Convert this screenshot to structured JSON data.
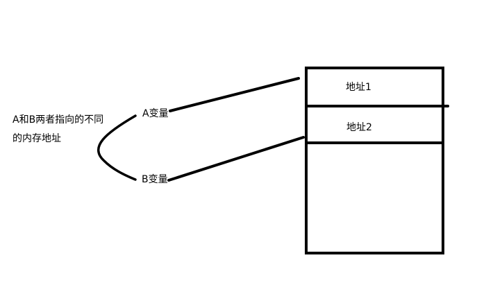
{
  "annotation": {
    "line1": "A和B两者指向的不同",
    "line2": "的内存地址"
  },
  "variables": {
    "a": "A变量",
    "b": "B变量"
  },
  "memory": {
    "cells": [
      "地址1",
      "地址2"
    ]
  },
  "colors": {
    "ink": "#000000",
    "background": "#ffffff"
  }
}
